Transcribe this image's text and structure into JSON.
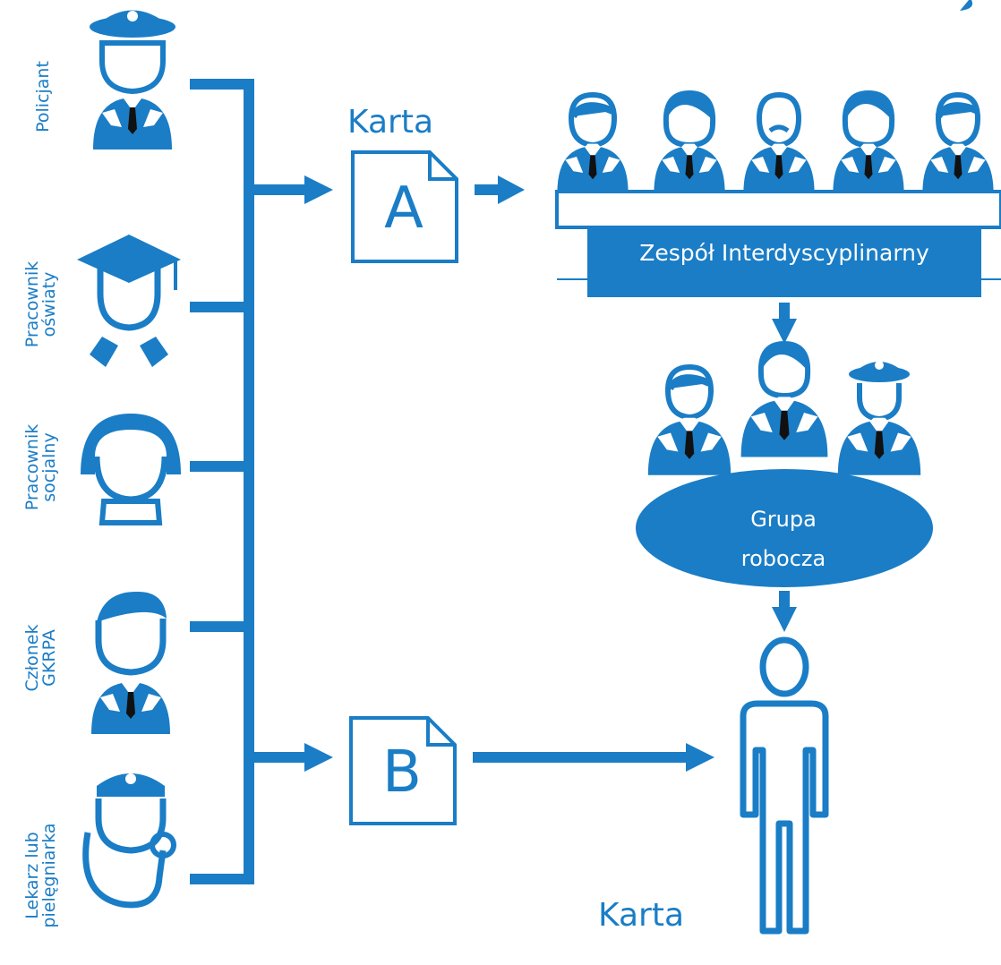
{
  "colors": {
    "primary": "#1a7dc6",
    "dark": "#111111",
    "white": "#ffffff"
  },
  "reporters": [
    {
      "label": "Policjant",
      "icon": "police-officer-icon"
    },
    {
      "label": "Pracownik\noświaty",
      "icon": "education-worker-icon"
    },
    {
      "label": "Pracownik\nsocjalny",
      "icon": "social-worker-icon"
    },
    {
      "label": "Członek\nGKRPA",
      "icon": "gkrpa-member-icon"
    },
    {
      "label": "Lekarz lub\npielęgniarka",
      "icon": "doctor-nurse-icon"
    }
  ],
  "card_a": {
    "title": "Karta",
    "letter": "A"
  },
  "card_b": {
    "title": "Karta",
    "letter": "B"
  },
  "team": {
    "label": "Zespół Interdyscyplinarny",
    "icon": "interdisciplinary-team-icon"
  },
  "working_group": {
    "label": "Grupa\nrobocza",
    "icon": "working-group-icon"
  },
  "person_icon": "person-icon"
}
